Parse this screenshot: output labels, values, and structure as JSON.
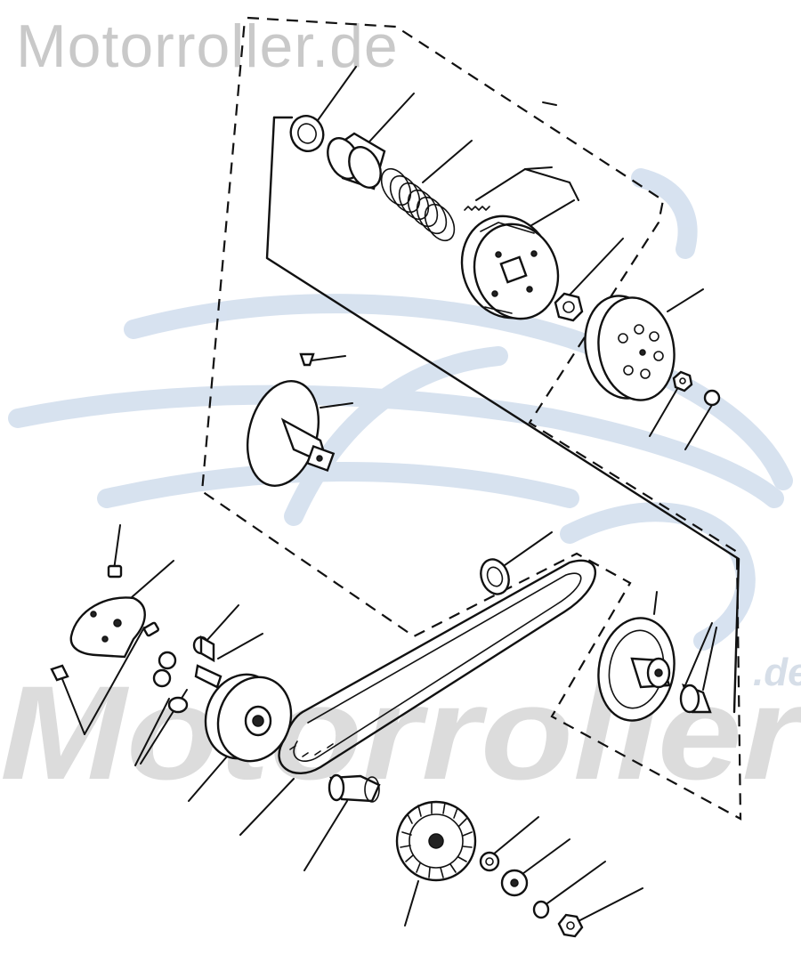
{
  "watermark": {
    "top_text": "Motorroller.de",
    "bottom_text": "Motorroller",
    "bottom_suffix": ".de",
    "color": "#c9c9c9",
    "swoosh_color": "#d3dfee"
  },
  "diagram": {
    "subject": "scooter variator and clutch assembly exploded view"
  }
}
